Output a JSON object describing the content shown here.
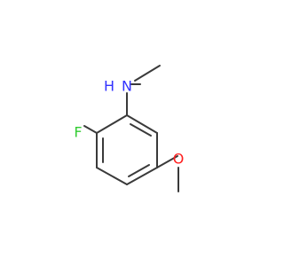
{
  "molecule": {
    "atoms": {
      "amine_h": "H",
      "amine_n": "N",
      "fluorine": "F",
      "oxygen": "O"
    },
    "colors": {
      "bond": "#3a3a3a",
      "nitrogen": "#3333ff",
      "fluorine": "#33cc33",
      "oxygen": "#ff2020"
    }
  }
}
